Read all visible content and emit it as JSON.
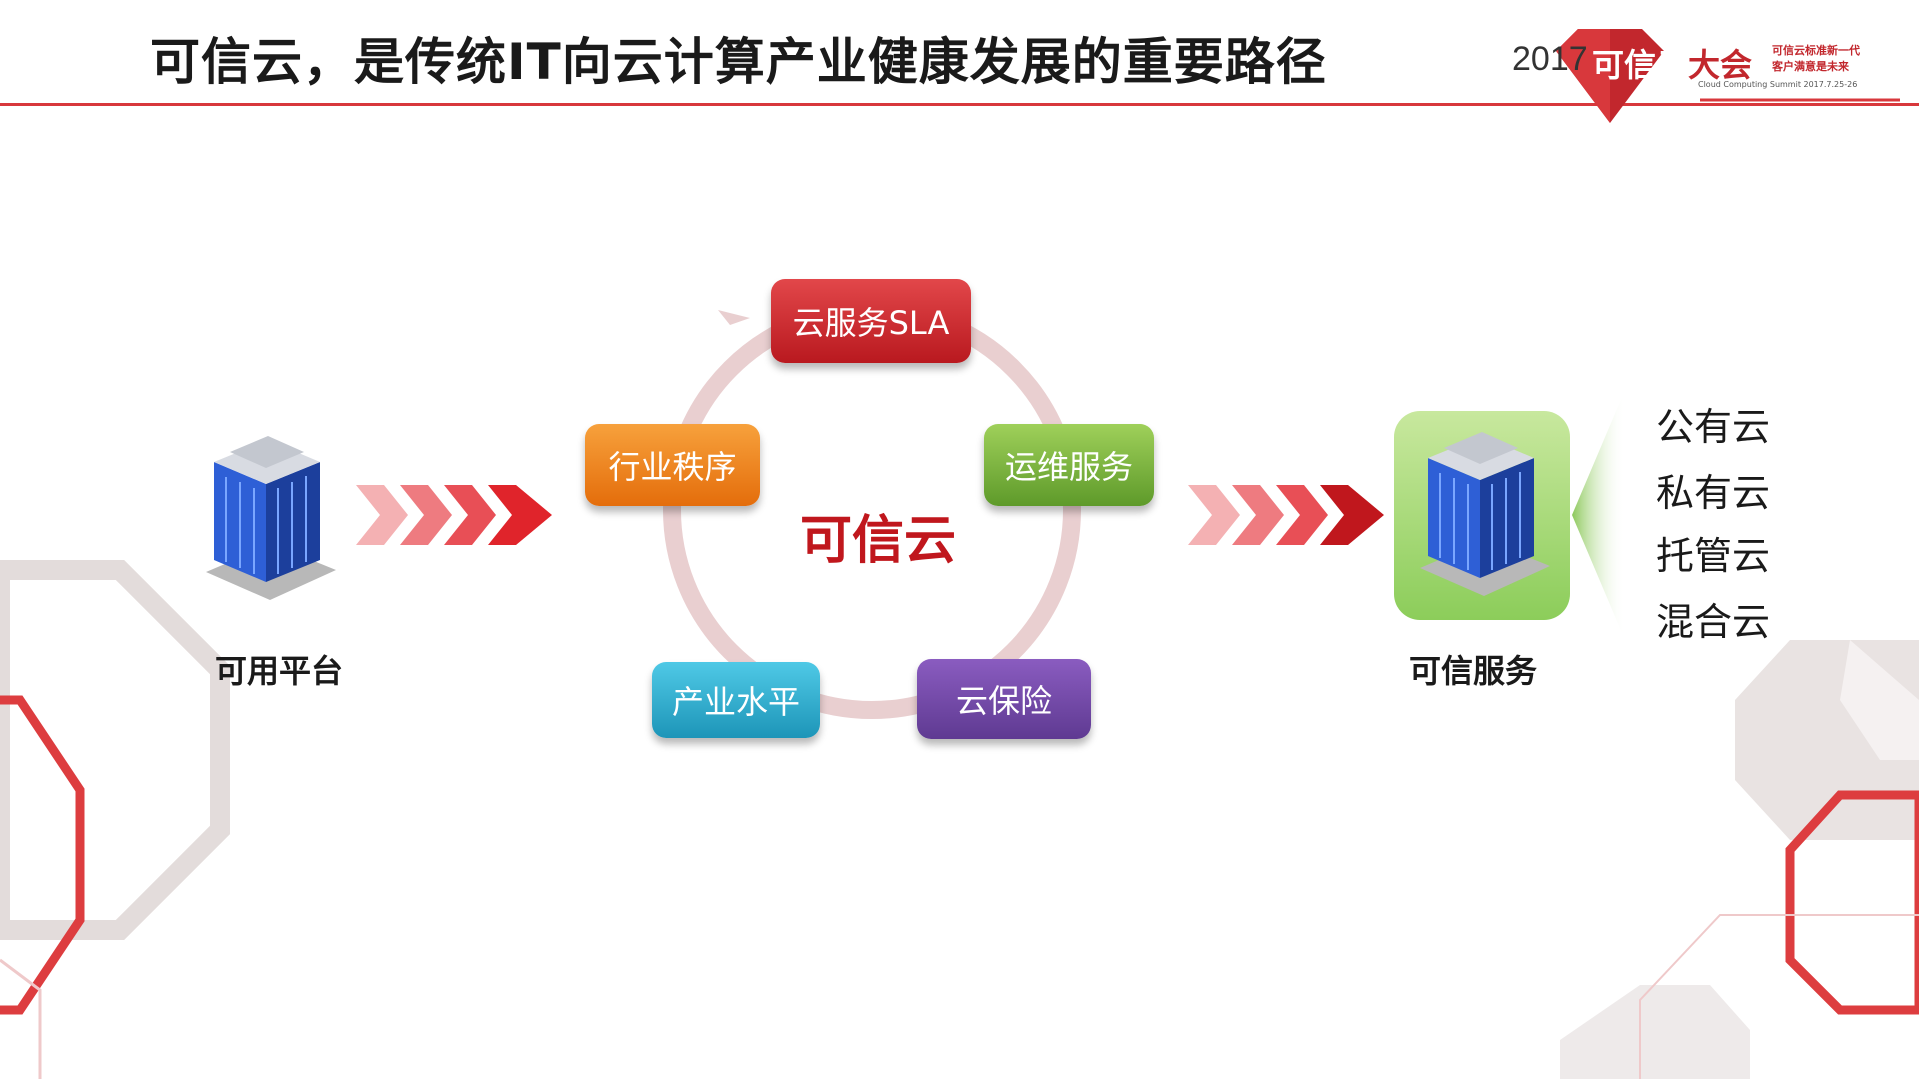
{
  "header": {
    "title": "可信云，是传统IT向云计算产业健康发展的重要路径",
    "logo_year": "2017",
    "logo_name_part1": "可信云",
    "logo_name_part2": "大会",
    "logo_tagline_1": "可信云标准新一代",
    "logo_tagline_2": "客户满意是未来",
    "logo_subtitle": "Cloud Computing Summit 2017.7.25-26",
    "accent_color": "#d8383c"
  },
  "diagram": {
    "center_label": "可信云",
    "cycle_items": [
      {
        "label": "云服务SLA",
        "color": "#c62a2f"
      },
      {
        "label": "运维服务",
        "color": "#72aa35"
      },
      {
        "label": "云保险",
        "color": "#6b45a0"
      },
      {
        "label": "产业水平",
        "color": "#2aa7cc"
      },
      {
        "label": "行业秩序",
        "color": "#ef8a22"
      }
    ],
    "left_node": {
      "label": "可用平台",
      "icon": "building-icon"
    },
    "right_node": {
      "label": "可信服务",
      "icon": "building-icon"
    },
    "cloud_types": [
      "公有云",
      "私有云",
      "托管云",
      "混合云"
    ]
  }
}
